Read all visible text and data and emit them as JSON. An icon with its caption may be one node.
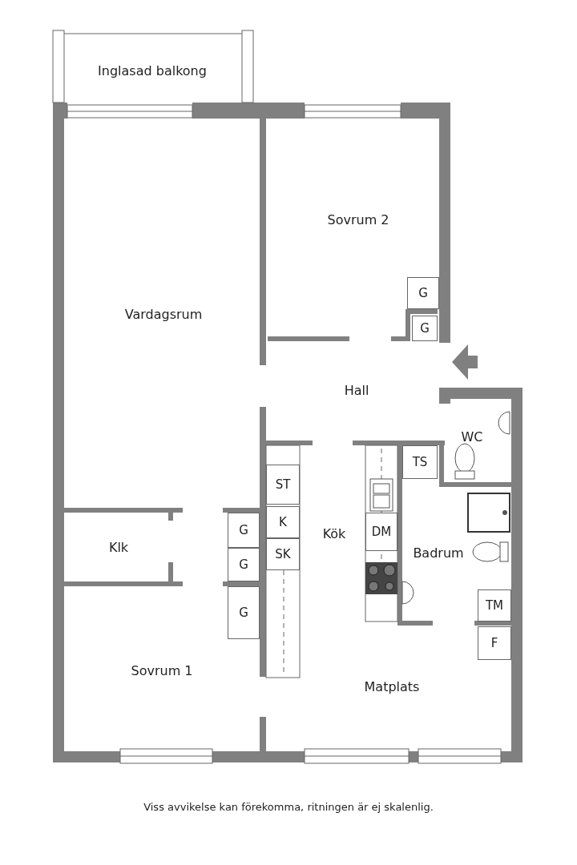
{
  "diagram": {
    "caption": "Viss avvikelse kan förekomma, ritningen är ej skalenlig.",
    "nodes": [
      {
        "text": [
          "G"
        ]
      },
      {
        "text": [
          "G"
        ]
      },
      {
        "text": [
          "TS"
        ]
      },
      {
        "text": [
          "ST"
        ]
      },
      {
        "text": [
          "K"
        ]
      },
      {
        "text": [
          "G"
        ]
      },
      {
        "text": [
          "DM"
        ]
      },
      {
        "text": [
          "SK"
        ]
      },
      {
        "text": [
          "G"
        ]
      },
      {
        "text": [
          "TM"
        ]
      },
      {
        "text": [
          "G"
        ]
      },
      {
        "text": [
          "F"
        ]
      }
    ],
    "labels": [
      "Inglasad balkong",
      "Sovrum 2",
      "Vardagsrum",
      "Hall",
      "WC",
      "Kök",
      "Klk",
      "Badrum",
      "Sovrum 1",
      "Matplats"
    ]
  }
}
